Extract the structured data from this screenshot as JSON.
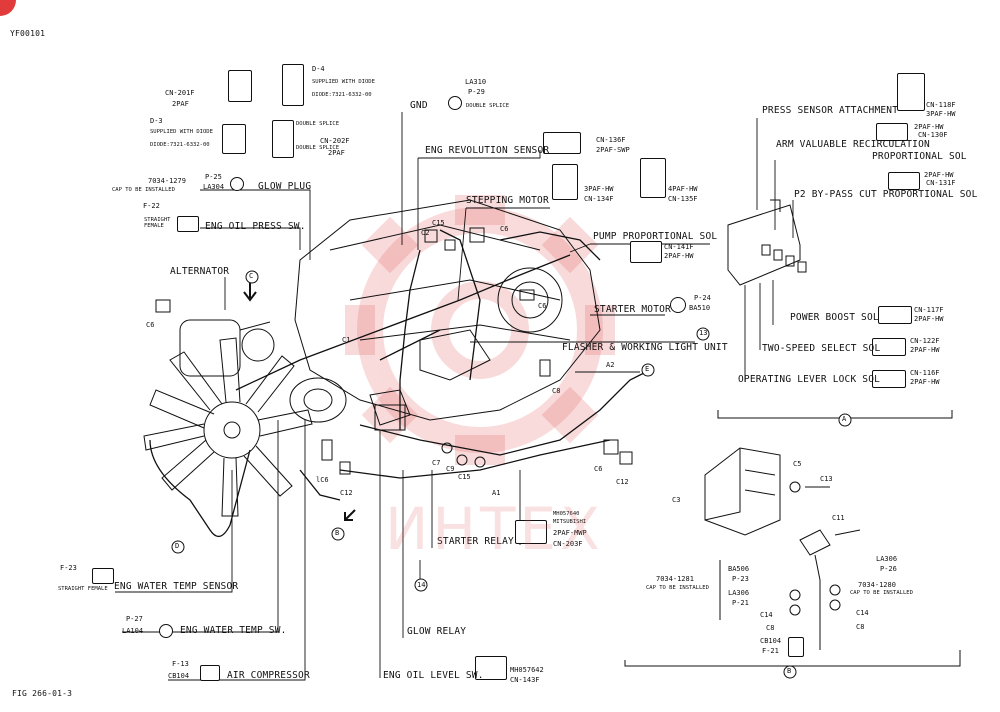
{
  "sheet": {
    "doc_id": "YF00101",
    "fig_id": "FIG 266-01-3",
    "watermark": "ИНТЕХ"
  },
  "labels": {
    "press_sensor": "PRESS SENSOR ATTACHMENT",
    "press_sensor_cn": "CN-118F",
    "press_sensor_type": "3PAF-HW",
    "arm_valuable": "ARM VALUABLE RECIRCULATION",
    "arm_valuable_2": "PROPORTIONAL SOL",
    "arm_valuable_type": "2PAF-HW",
    "arm_valuable_cn": "CN-130F",
    "p2_bypass": "P2 BY-PASS CUT PROPORTIONAL SOL",
    "p2_bypass_type": "2PAF-HW",
    "p2_bypass_cn": "CN-131F",
    "eng_rev_sensor": "ENG REVOLUTION SENSOR",
    "eng_rev_cn": "CN-136F",
    "eng_rev_type": "2PAF-SWP",
    "stepping_motor": "STEPPING MOTOR",
    "stepping_3paf": "3PAF-HW",
    "stepping_cn134": "CN-134F",
    "stepping_4paf": "4PAF-HW",
    "stepping_cn135": "CN-135F",
    "pump_prop_sol": "PUMP PROPORTIONAL SOL",
    "pump_cn": "CN-141F",
    "pump_type": "2PAF-HW",
    "starter_motor": "STARTER MOTOR",
    "starter_p": "P-24",
    "starter_ba": "BA510",
    "flasher_num": "13",
    "flasher": "FLASHER & WORKING LIGHT UNIT",
    "power_boost": "POWER BOOST SOL",
    "power_boost_cn": "CN-117F",
    "power_boost_type": "2PAF-HW",
    "two_speed": "TWO-SPEED SELECT SOL",
    "two_speed_cn": "CN-122F",
    "two_speed_type": "2PAF-HW",
    "op_lever": "OPERATING LEVER LOCK SOL",
    "op_lever_cn": "CN-116F",
    "op_lever_type": "2PAF-HW",
    "gnd": "GND",
    "la310": "LA310",
    "p29": "P-29",
    "double_splice": "DOUBLE SPLICE",
    "cn201f": "CN-201F",
    "cn201f_type": "2PAF",
    "d4": "D-4",
    "supplied_diode": "SUPPLIED WITH DIODE",
    "diode_pn": "DIODE:7321-6332-00",
    "d3": "D-3",
    "cn202f": "CN-202F",
    "cn202f_type": "2PAF",
    "glow_code": "7034-1279",
    "glow_cap": "CAP TO BE INSTALLED",
    "glow_p": "P-25",
    "glow_la": "LA304",
    "glow_plug": "GLOW PLUG",
    "f22": "F-22",
    "straight_female": "STRAIGHT FEMALE",
    "eng_oil_press": "ENG OIL PRESS SW.",
    "alternator": "ALTERNATOR",
    "f23": "F-23",
    "straight_female_2": "STRAIGHT FEMALE",
    "eng_water_sensor": "ENG WATER TEMP SENSOR",
    "p27": "P-27",
    "la104": "LA104",
    "eng_water_sw": "ENG WATER TEMP SW.",
    "f13": "F-13",
    "cb104": "CB104",
    "air_comp": "AIR COMPRESSOR",
    "starter_relay": "STARTER RELAY",
    "mh057640": "MH057640",
    "mitsubishi": "MITSUBISHI",
    "starter_relay_type": "2PAF-MWP",
    "starter_relay_cn": "CN-203F",
    "num14": "14",
    "glow_relay": "GLOW RELAY",
    "eng_oil_level": "ENG OIL LEVEL SW.",
    "mh057642": "MH057642",
    "oil_level_cn": "CN-143F"
  },
  "detail_b": {
    "ba506": "BA506",
    "p23": "P-23",
    "la306_l": "LA306",
    "p21": "P-21",
    "code_1281": "7034-1281",
    "cap_1281": "CAP TO BE INSTALLED",
    "la306_r": "LA306",
    "p26": "P-26",
    "code_1280": "7034-1280",
    "cap_1280": "CAP TO BE INSTALLED",
    "cb104": "CB104",
    "f21": "F-21",
    "marker": "B"
  },
  "parts": {
    "c1": "C1",
    "c2": "C2",
    "c3": "C3",
    "c5": "C5",
    "c6": "C6",
    "c7": "C7",
    "c8": "C8",
    "c9": "C9",
    "c11": "C11",
    "c12": "C12",
    "c13": "C13",
    "c14": "C14",
    "c15": "C15",
    "a1": "A1",
    "a2": "A2",
    "lc6": "lC6"
  },
  "markers": {
    "a": "A",
    "b": "B",
    "c": "C",
    "d": "D",
    "e": "E"
  },
  "colors": {
    "line": "#111111",
    "watermark": "#e25c5c",
    "corner": "#e23b3b"
  }
}
